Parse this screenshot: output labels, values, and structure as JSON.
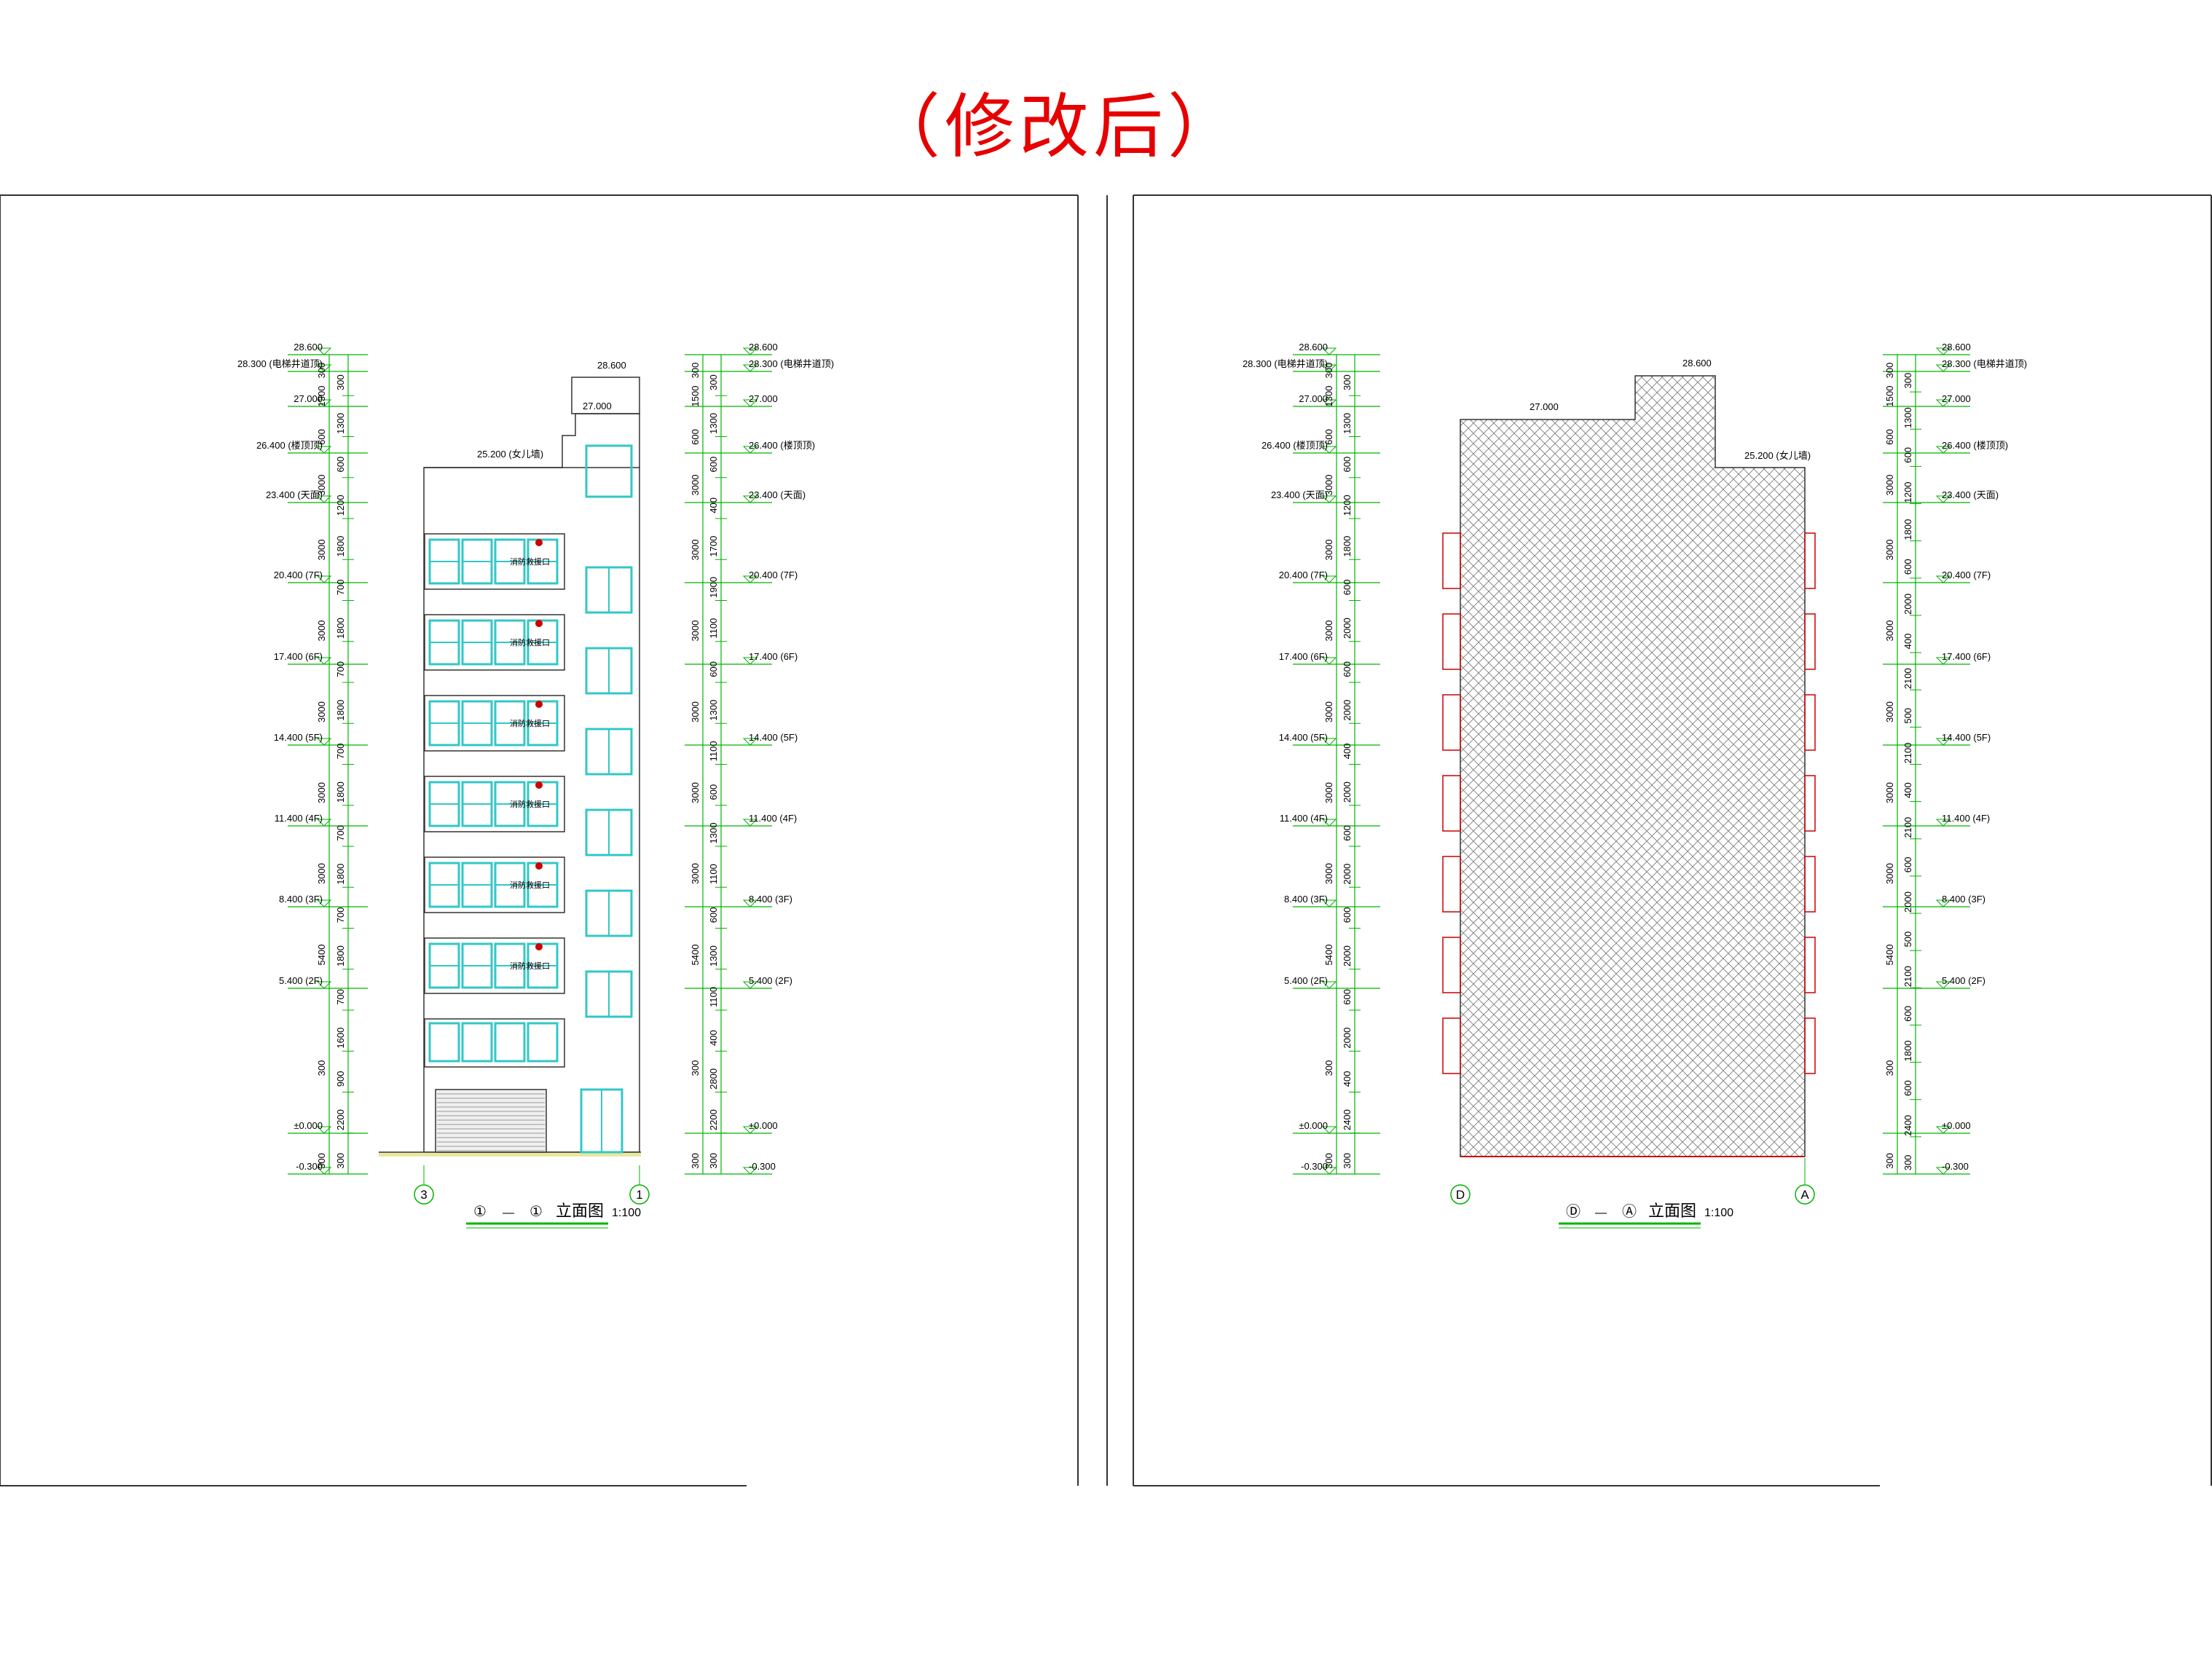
{
  "title": "（修改后）",
  "colors": {
    "frame": "#333333",
    "dim": "#00b400",
    "red": "#cc0000",
    "window": "#33c7c7",
    "text": "#000000"
  },
  "sheets": [
    {
      "id": "left",
      "drawing_title": "立面图",
      "title_circle_a": "①",
      "title_dash": "—",
      "title_circle_b": "①",
      "scale": "1:100",
      "axis_left": "3",
      "axis_right": "1",
      "window_label": "消防救援口",
      "left_ruler": {
        "levels": [
          "28.600",
          "28.300 (电梯井道顶)",
          "27.000",
          "26.400 (楼顶顶)",
          "23.400 (天面)",
          "20.400 (7F)",
          "17.400 (6F)",
          "14.400 (5F)",
          "11.400 (4F)",
          "8.400 (3F)",
          "5.400 (2F)",
          "±0.000",
          "-0.300"
        ],
        "outer_dims": [
          "300",
          "1300",
          "600",
          "3000",
          "3000",
          "3000",
          "3000",
          "3000",
          "3000",
          "5400",
          "300",
          "300"
        ],
        "inner_dims": [
          "300",
          "1300",
          "600",
          "1200",
          "1800",
          "700",
          "1800",
          "700",
          "1800",
          "700",
          "1800",
          "700",
          "1800",
          "700",
          "1800",
          "700",
          "1600",
          "900",
          "2200",
          "300"
        ]
      },
      "right_ruler": {
        "levels": [
          "28.600",
          "28.300 (电梯井道顶)",
          "27.000",
          "26.400 (楼顶顶)",
          "23.400 (天面)",
          "20.400 (7F)",
          "17.400 (6F)",
          "14.400 (5F)",
          "11.400 (4F)",
          "8.400 (3F)",
          "5.400 (2F)",
          "±0.000",
          "-0.300"
        ],
        "inner_dims": [
          "300",
          "1300",
          "600",
          "400",
          "1700",
          "1900",
          "1100",
          "600",
          "1300",
          "1100",
          "600",
          "1300",
          "1100",
          "600",
          "1300",
          "1100",
          "400",
          "2800",
          "2200",
          "300"
        ],
        "outer_dims": [
          "300",
          "1500",
          "600",
          "3000",
          "3000",
          "3000",
          "3000",
          "3000",
          "3000",
          "5400",
          "300",
          "300"
        ]
      },
      "elev_labels": [
        "28.600",
        "27.000",
        "25.200 (女儿墙)"
      ]
    },
    {
      "id": "right",
      "drawing_title": "立面图",
      "title_circle_a": "Ⓓ",
      "title_dash": "—",
      "title_circle_b": "Ⓐ",
      "scale": "1:100",
      "axis_left": "D",
      "axis_right": "A",
      "left_ruler": {
        "levels": [
          "28.600",
          "28.300 (电梯井道顶)",
          "27.000",
          "26.400 (楼顶顶)",
          "23.400 (天面)",
          "20.400 (7F)",
          "17.400 (6F)",
          "14.400 (5F)",
          "11.400 (4F)",
          "8.400 (3F)",
          "5.400 (2F)",
          "±0.000",
          "-0.300"
        ],
        "outer_dims": [
          "300",
          "1300",
          "600",
          "3000",
          "3000",
          "3000",
          "3000",
          "3000",
          "3000",
          "5400",
          "300",
          "300"
        ],
        "inner_dims": [
          "300",
          "1300",
          "600",
          "1200",
          "1800",
          "600",
          "2000",
          "600",
          "2000",
          "400",
          "2000",
          "600",
          "2000",
          "600",
          "2000",
          "600",
          "2000",
          "400",
          "2400",
          "300"
        ]
      },
      "right_ruler": {
        "levels": [
          "28.600",
          "28.300 (电梯井道顶)",
          "27.000",
          "26.400 (楼顶顶)",
          "23.400 (天面)",
          "20.400 (7F)",
          "17.400 (6F)",
          "14.400 (5F)",
          "11.400 (4F)",
          "8.400 (3F)",
          "5.400 (2F)",
          "±0.000",
          "-0.300"
        ],
        "inner_dims": [
          "300",
          "1300",
          "600",
          "1200",
          "1800",
          "600",
          "2000",
          "400",
          "2100",
          "500",
          "2100",
          "400",
          "2100",
          "600",
          "2000",
          "500",
          "2100",
          "600",
          "1800",
          "600",
          "2400",
          "300"
        ],
        "outer_dims": [
          "300",
          "1500",
          "600",
          "3000",
          "3000",
          "3000",
          "3000",
          "3000",
          "3000",
          "5400",
          "300",
          "300"
        ]
      },
      "elev_labels": [
        "28.600",
        "27.000",
        "25.200 (女儿墙)"
      ]
    }
  ]
}
